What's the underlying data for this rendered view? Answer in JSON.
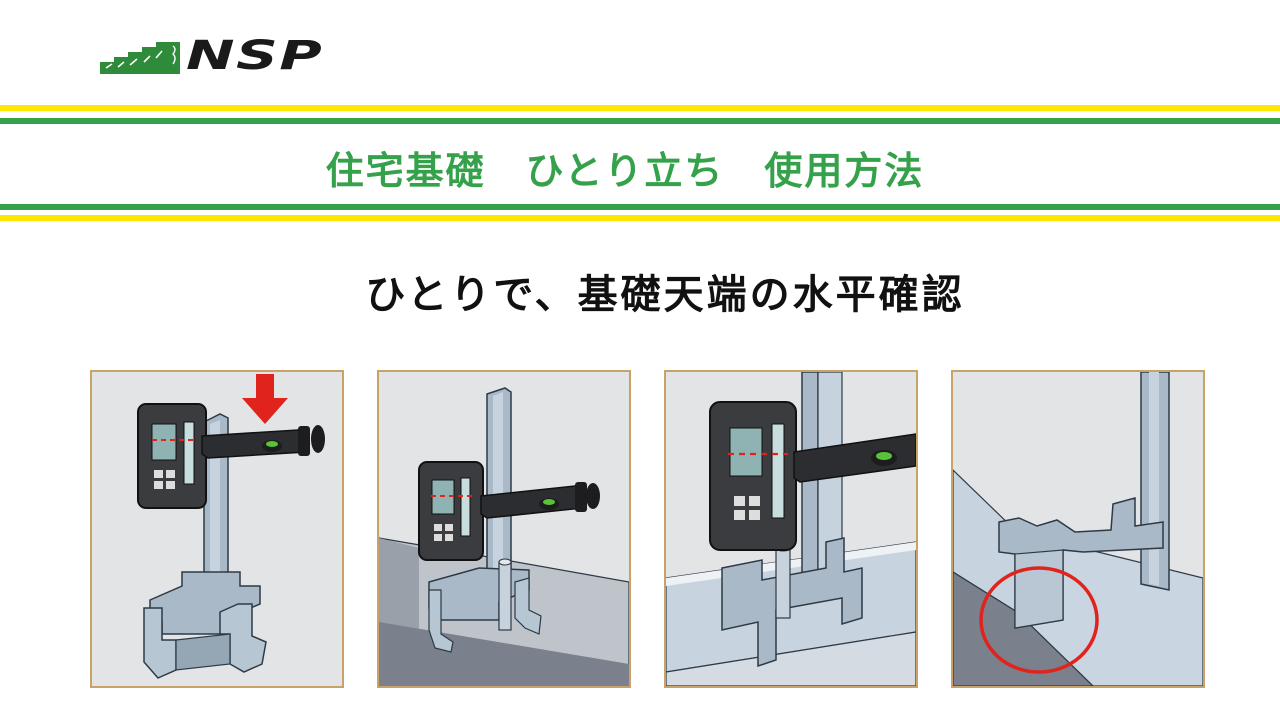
{
  "logo": {
    "text": "NSP",
    "brand_color": "#2e8b3a"
  },
  "header": {
    "title": "住宅基礎　ひとり立ち　使用方法",
    "title_color": "#36a14b",
    "band_colors": {
      "yellow": "#ffe800",
      "green": "#36a14b"
    }
  },
  "main": {
    "heading": "ひとりで、基礎天端の水平確認"
  },
  "steps": [
    {
      "depicts": "receiver-mounted-on-bracket",
      "highlight": "red-arrow"
    },
    {
      "depicts": "bracket-placed-on-foundation-with-anchor-bolt"
    },
    {
      "depicts": "receiver-closeup-on-foundation"
    },
    {
      "depicts": "bracket-foot-closeup",
      "highlight": "red-circle"
    }
  ],
  "colors": {
    "metal": "#a9b9c8",
    "metal_dark": "#5f6f7e",
    "receiver_body": "#3a3c3f",
    "accent_red": "#e0231c",
    "panel_border": "#c9a26a",
    "bubble_green": "#57c23a"
  }
}
